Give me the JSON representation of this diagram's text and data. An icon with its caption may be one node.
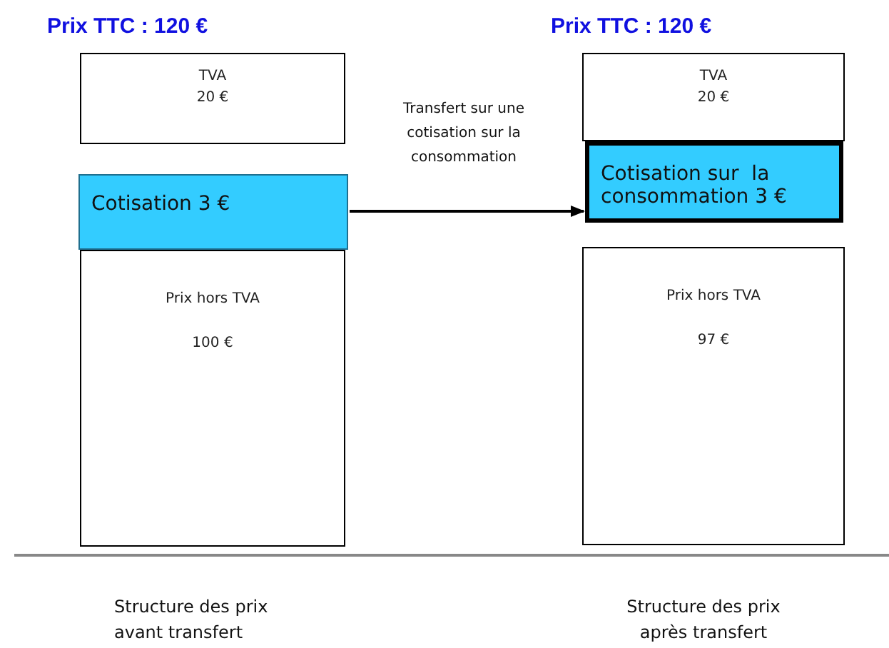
{
  "diagram": {
    "nodes": [
      {
        "text": [
          "TVA",
          "20 €"
        ]
      },
      {
        "text": [
          "Cotisation 3 €"
        ]
      },
      {
        "text": [
          "Prix hors TVA",
          "100 €"
        ]
      },
      {
        "text": [
          "TVA",
          "20 €"
        ]
      },
      {
        "text": [
          "Cotisation sur  la consommation 3 €"
        ]
      },
      {
        "text": [
          "Prix hors TVA",
          "97 €"
        ]
      }
    ],
    "edges": [
      {
        "from": 1,
        "to": 4,
        "arrow": "to",
        "label": "Transfert sur une cotisation sur la consommation"
      }
    ],
    "labels": [
      "Prix TTC : 120 €",
      "Prix TTC : 120 €",
      "Structure des prix avant transfert",
      "Structure des prix après transfert"
    ]
  }
}
